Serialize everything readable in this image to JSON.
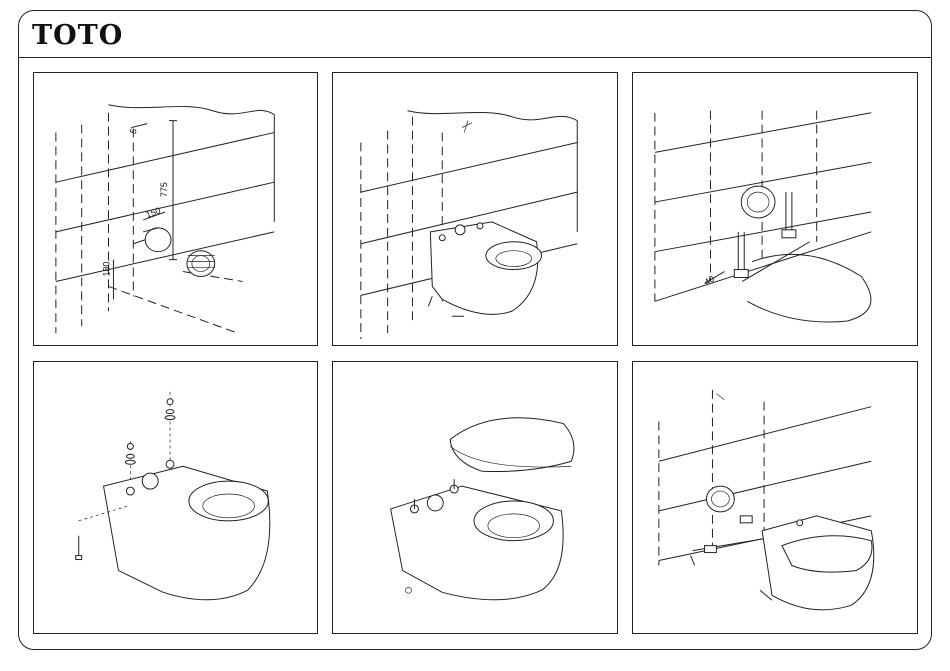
{
  "header": {
    "brand": "TOTO"
  },
  "panels": [
    {
      "id": "step-1",
      "dimensions": {
        "top_offset": "5",
        "width": "150",
        "height_upper": "775",
        "height_lower": "180"
      }
    },
    {
      "id": "step-2"
    },
    {
      "id": "step-3",
      "dimensions": {
        "side": "40"
      }
    },
    {
      "id": "step-4"
    },
    {
      "id": "step-5"
    },
    {
      "id": "step-6"
    }
  ]
}
